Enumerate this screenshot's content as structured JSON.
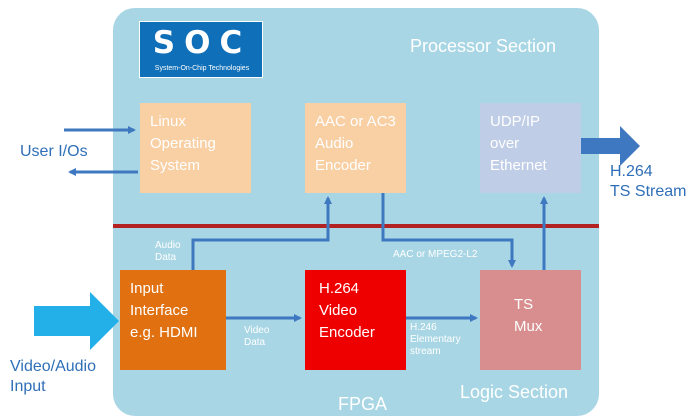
{
  "diagram": {
    "logo": {
      "mark": "SOC",
      "subtitle": "System-On-Chip Technologies"
    },
    "sections": {
      "processor": "Processor Section",
      "logic": "Logic Section",
      "fpga": "FPGA"
    },
    "blocks": {
      "linux": [
        "Linux",
        "Operating",
        "System"
      ],
      "audio_encoder": [
        "AAC or AC3",
        "Audio",
        "Encoder"
      ],
      "udp": [
        "UDP/IP",
        "over",
        "Ethernet"
      ],
      "input_interface": [
        "Input",
        "Interface",
        "e.g. HDMI"
      ],
      "video_encoder": [
        "H.264",
        "Video",
        "Encoder"
      ],
      "ts_mux": [
        "TS",
        "Mux"
      ]
    },
    "labels": {
      "user_ios": "User I/Os",
      "h264_ts_stream": [
        "H.264",
        "TS Stream"
      ],
      "video_audio_input": [
        "Video/Audio",
        "Input"
      ],
      "audio_data": [
        "Audio",
        "Data"
      ],
      "video_data": [
        "Video",
        "Data"
      ],
      "aac_mpeg2": "AAC or MPEG2-L2",
      "h246_stream": [
        "H.246",
        "Elementary",
        "stream"
      ]
    },
    "colors": {
      "panel": "#a9d6e4",
      "divider": "#b22222",
      "light_orange": "#f9cfa4",
      "orange": "#e07010",
      "red": "#ee0000",
      "mauve": "#d88e8e",
      "lavender": "#c0cde6",
      "arrow": "#3d78c0",
      "big_arrow": "#23b0e8"
    }
  }
}
